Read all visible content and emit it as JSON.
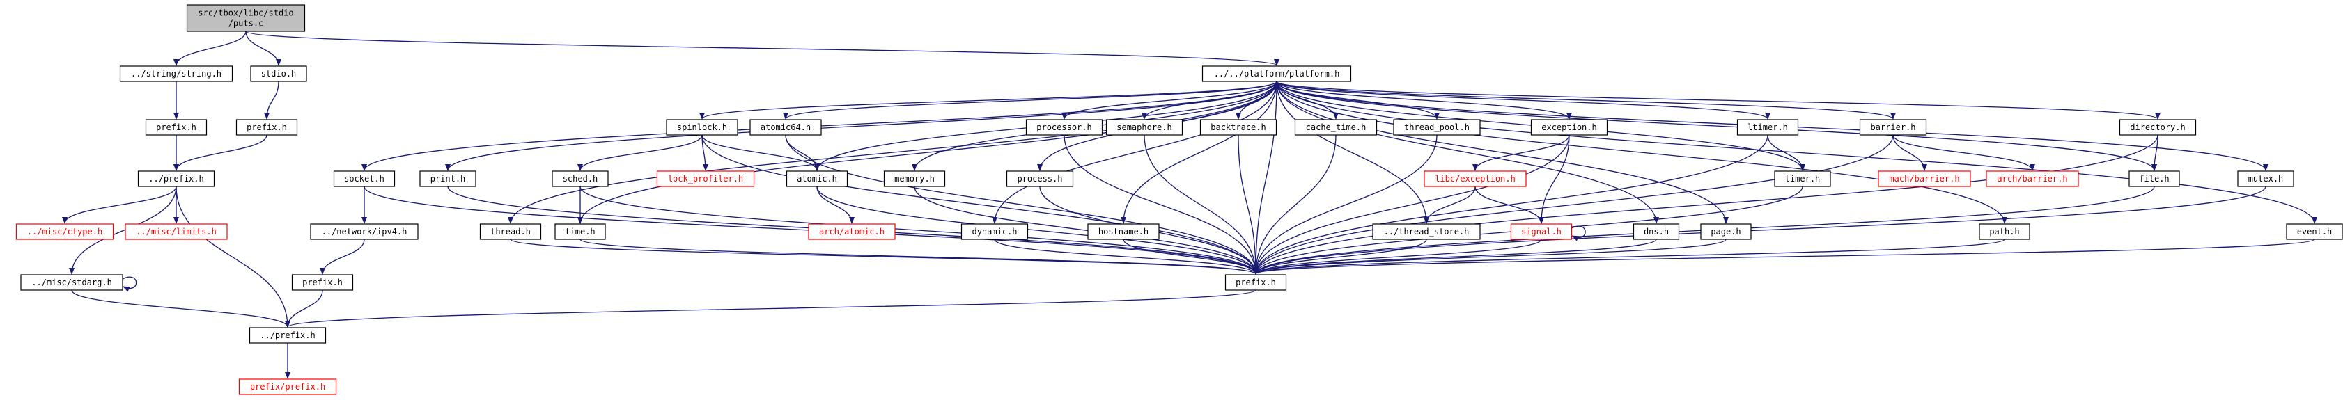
{
  "graph": {
    "colors": {
      "edge": "#191970",
      "node_border": "#000000",
      "node_fill": "#ffffff",
      "root_fill": "#bfbfbf",
      "missing_file": "#ff0000"
    },
    "nodes": [
      {
        "id": "root",
        "lines": [
          "src/tbox/libc/stdio",
          "/puts.c"
        ],
        "type": "root"
      },
      {
        "id": "string",
        "lines": [
          "../string/string.h"
        ],
        "type": "file"
      },
      {
        "id": "stdio",
        "lines": [
          "stdio.h"
        ],
        "type": "file"
      },
      {
        "id": "platform",
        "lines": [
          "../../platform/platform.h"
        ],
        "type": "file"
      },
      {
        "id": "prefix_a",
        "lines": [
          "prefix.h"
        ],
        "type": "file"
      },
      {
        "id": "prefix_b",
        "lines": [
          "prefix.h"
        ],
        "type": "file"
      },
      {
        "id": "dprefix",
        "lines": [
          "../prefix.h"
        ],
        "type": "file"
      },
      {
        "id": "ctype",
        "lines": [
          "../misc/ctype.h"
        ],
        "type": "missing"
      },
      {
        "id": "limits",
        "lines": [
          "../misc/limits.h"
        ],
        "type": "missing"
      },
      {
        "id": "stdarg",
        "lines": [
          "../misc/stdarg.h"
        ],
        "type": "file"
      },
      {
        "id": "prefix_bottom",
        "lines": [
          "../prefix.h"
        ],
        "type": "file"
      },
      {
        "id": "prefix_prefix",
        "lines": [
          "prefix/prefix.h"
        ],
        "type": "missing"
      },
      {
        "id": "socket",
        "lines": [
          "socket.h"
        ],
        "type": "file"
      },
      {
        "id": "ipv4",
        "lines": [
          "../network/ipv4.h"
        ],
        "type": "file"
      },
      {
        "id": "prefix_c",
        "lines": [
          "prefix.h"
        ],
        "type": "file"
      },
      {
        "id": "print",
        "lines": [
          "print.h"
        ],
        "type": "file"
      },
      {
        "id": "thread",
        "lines": [
          "thread.h"
        ],
        "type": "file"
      },
      {
        "id": "spinlock",
        "lines": [
          "spinlock.h"
        ],
        "type": "file"
      },
      {
        "id": "sched",
        "lines": [
          "sched.h"
        ],
        "type": "file"
      },
      {
        "id": "time",
        "lines": [
          "time.h"
        ],
        "type": "file"
      },
      {
        "id": "lock_profiler",
        "lines": [
          "lock_profiler.h"
        ],
        "type": "missing"
      },
      {
        "id": "atomic64",
        "lines": [
          "atomic64.h"
        ],
        "type": "file"
      },
      {
        "id": "atomic",
        "lines": [
          "atomic.h"
        ],
        "type": "file"
      },
      {
        "id": "arch_atomic",
        "lines": [
          "arch/atomic.h"
        ],
        "type": "missing"
      },
      {
        "id": "memory",
        "lines": [
          "memory.h"
        ],
        "type": "file"
      },
      {
        "id": "dynamic",
        "lines": [
          "dynamic.h"
        ],
        "type": "file"
      },
      {
        "id": "process",
        "lines": [
          "process.h"
        ],
        "type": "file"
      },
      {
        "id": "hostname",
        "lines": [
          "hostname.h"
        ],
        "type": "file"
      },
      {
        "id": "processor",
        "lines": [
          "processor.h"
        ],
        "type": "file"
      },
      {
        "id": "semaphore",
        "lines": [
          "semaphore.h"
        ],
        "type": "file"
      },
      {
        "id": "backtrace",
        "lines": [
          "backtrace.h"
        ],
        "type": "file"
      },
      {
        "id": "cache_time",
        "lines": [
          "cache_time.h"
        ],
        "type": "file"
      },
      {
        "id": "thread_pool",
        "lines": [
          "thread_pool.h"
        ],
        "type": "file"
      },
      {
        "id": "exception",
        "lines": [
          "exception.h"
        ],
        "type": "file"
      },
      {
        "id": "libc_exception",
        "lines": [
          "libc/exception.h"
        ],
        "type": "missing"
      },
      {
        "id": "thread_store",
        "lines": [
          "../thread_store.h"
        ],
        "type": "file"
      },
      {
        "id": "signal",
        "lines": [
          "signal.h"
        ],
        "type": "missing"
      },
      {
        "id": "dns",
        "lines": [
          "dns.h"
        ],
        "type": "file"
      },
      {
        "id": "page",
        "lines": [
          "page.h"
        ],
        "type": "file"
      },
      {
        "id": "ltimer",
        "lines": [
          "ltimer.h"
        ],
        "type": "file"
      },
      {
        "id": "timer",
        "lines": [
          "timer.h"
        ],
        "type": "file"
      },
      {
        "id": "barrier",
        "lines": [
          "barrier.h"
        ],
        "type": "file"
      },
      {
        "id": "mach_barrier",
        "lines": [
          "mach/barrier.h"
        ],
        "type": "missing"
      },
      {
        "id": "arch_barrier",
        "lines": [
          "arch/barrier.h"
        ],
        "type": "missing"
      },
      {
        "id": "path",
        "lines": [
          "path.h"
        ],
        "type": "file"
      },
      {
        "id": "directory",
        "lines": [
          "directory.h"
        ],
        "type": "file"
      },
      {
        "id": "file",
        "lines": [
          "file.h"
        ],
        "type": "file"
      },
      {
        "id": "mutex",
        "lines": [
          "mutex.h"
        ],
        "type": "file"
      },
      {
        "id": "event",
        "lines": [
          "event.h"
        ],
        "type": "file"
      },
      {
        "id": "prefix_main",
        "lines": [
          "prefix.h"
        ],
        "type": "file"
      }
    ],
    "edges": [
      [
        "root",
        "string"
      ],
      [
        "root",
        "stdio"
      ],
      [
        "root",
        "platform"
      ],
      [
        "string",
        "prefix_a"
      ],
      [
        "stdio",
        "prefix_b"
      ],
      [
        "prefix_a",
        "dprefix"
      ],
      [
        "prefix_b",
        "dprefix"
      ],
      [
        "dprefix",
        "ctype"
      ],
      [
        "dprefix",
        "limits"
      ],
      [
        "dprefix",
        "stdarg"
      ],
      [
        "dprefix",
        "prefix_bottom"
      ],
      [
        "stdarg",
        "stdarg"
      ],
      [
        "stdarg",
        "prefix_bottom"
      ],
      [
        "prefix_bottom",
        "prefix_prefix"
      ],
      [
        "platform",
        "socket"
      ],
      [
        "platform",
        "print"
      ],
      [
        "platform",
        "thread"
      ],
      [
        "platform",
        "spinlock"
      ],
      [
        "platform",
        "atomic64"
      ],
      [
        "platform",
        "atomic"
      ],
      [
        "platform",
        "memory"
      ],
      [
        "platform",
        "dynamic"
      ],
      [
        "platform",
        "process"
      ],
      [
        "platform",
        "hostname"
      ],
      [
        "platform",
        "processor"
      ],
      [
        "platform",
        "semaphore"
      ],
      [
        "platform",
        "backtrace"
      ],
      [
        "platform",
        "cache_time"
      ],
      [
        "platform",
        "thread_pool"
      ],
      [
        "platform",
        "exception"
      ],
      [
        "platform",
        "thread_store"
      ],
      [
        "platform",
        "dns"
      ],
      [
        "platform",
        "page"
      ],
      [
        "platform",
        "ltimer"
      ],
      [
        "platform",
        "timer"
      ],
      [
        "platform",
        "barrier"
      ],
      [
        "platform",
        "path"
      ],
      [
        "platform",
        "directory"
      ],
      [
        "platform",
        "file"
      ],
      [
        "platform",
        "mutex"
      ],
      [
        "platform",
        "event"
      ],
      [
        "platform",
        "time"
      ],
      [
        "platform",
        "prefix_main"
      ],
      [
        "socket",
        "ipv4"
      ],
      [
        "socket",
        "prefix_main"
      ],
      [
        "ipv4",
        "prefix_c"
      ],
      [
        "prefix_c",
        "prefix_bottom"
      ],
      [
        "print",
        "prefix_main"
      ],
      [
        "thread",
        "prefix_main"
      ],
      [
        "spinlock",
        "sched"
      ],
      [
        "spinlock",
        "lock_profiler"
      ],
      [
        "spinlock",
        "atomic"
      ],
      [
        "spinlock",
        "prefix_main"
      ],
      [
        "sched",
        "time"
      ],
      [
        "sched",
        "prefix_main"
      ],
      [
        "time",
        "prefix_main"
      ],
      [
        "atomic64",
        "atomic"
      ],
      [
        "atomic64",
        "prefix_main"
      ],
      [
        "atomic",
        "arch_atomic"
      ],
      [
        "atomic",
        "prefix_main"
      ],
      [
        "memory",
        "prefix_main"
      ],
      [
        "dynamic",
        "prefix_main"
      ],
      [
        "process",
        "prefix_main"
      ],
      [
        "hostname",
        "prefix_main"
      ],
      [
        "processor",
        "prefix_main"
      ],
      [
        "semaphore",
        "prefix_main"
      ],
      [
        "backtrace",
        "prefix_main"
      ],
      [
        "cache_time",
        "prefix_main"
      ],
      [
        "thread_pool",
        "prefix_main"
      ],
      [
        "exception",
        "libc_exception"
      ],
      [
        "exception",
        "signal"
      ],
      [
        "exception",
        "prefix_main"
      ],
      [
        "libc_exception",
        "thread_store"
      ],
      [
        "libc_exception",
        "signal"
      ],
      [
        "signal",
        "signal"
      ],
      [
        "signal",
        "prefix_main"
      ],
      [
        "thread_store",
        "prefix_main"
      ],
      [
        "dns",
        "prefix_main"
      ],
      [
        "page",
        "prefix_main"
      ],
      [
        "ltimer",
        "timer"
      ],
      [
        "ltimer",
        "prefix_main"
      ],
      [
        "timer",
        "prefix_main"
      ],
      [
        "barrier",
        "mach_barrier"
      ],
      [
        "barrier",
        "arch_barrier"
      ],
      [
        "barrier",
        "prefix_main"
      ],
      [
        "path",
        "prefix_main"
      ],
      [
        "directory",
        "file"
      ],
      [
        "directory",
        "prefix_main"
      ],
      [
        "file",
        "prefix_main"
      ],
      [
        "mutex",
        "prefix_main"
      ],
      [
        "event",
        "prefix_main"
      ],
      [
        "prefix_main",
        "prefix_bottom"
      ]
    ]
  }
}
